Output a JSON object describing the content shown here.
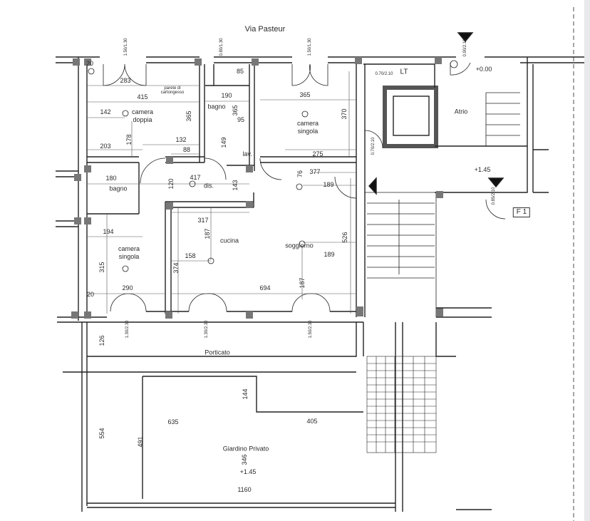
{
  "street": "Via Pasteur",
  "rooms": {
    "camera_doppia": [
      "camera",
      "doppia"
    ],
    "bagno_1": "bagno",
    "camera_singola_1": [
      "camera",
      "singola"
    ],
    "lt": "LT",
    "atrio": "Atrio",
    "bagno_2": "bagno",
    "disimpegno": "dis.",
    "camera_singola_2": [
      "camera",
      "singola"
    ],
    "cucina": "cucina",
    "soggiorno": "soggiorno",
    "porticato": "Porticato",
    "giardino": "Giardino Privato",
    "lavabo": "lav.",
    "parete": [
      "parete di",
      "cartongesso"
    ]
  },
  "unit_label": "F 1",
  "elevations": [
    "+0.00",
    "+1.45",
    "+1.45"
  ],
  "dimensions": [
    "283",
    "415",
    "142",
    "203",
    "178",
    "365",
    "132",
    "88",
    "190",
    "365",
    "95",
    "85",
    "149",
    "365",
    "370",
    "275",
    "377",
    "76",
    "189",
    "180",
    "417",
    "120",
    "143",
    "194",
    "317",
    "187",
    "158",
    "374",
    "315",
    "290",
    "694",
    "187",
    "189",
    "526",
    "126",
    "144",
    "635",
    "405",
    "554",
    "491",
    "346",
    "1160",
    "20",
    "20"
  ],
  "doors": [
    "1.50/1.30",
    "0.80/1.30",
    "1.50/1.30",
    "0.90/2.10",
    "0.70/2.10",
    "0.70/2.10",
    "0.85/2.10",
    "1.30/2.30",
    "1.30/2.30",
    "1.50/2.30"
  ]
}
